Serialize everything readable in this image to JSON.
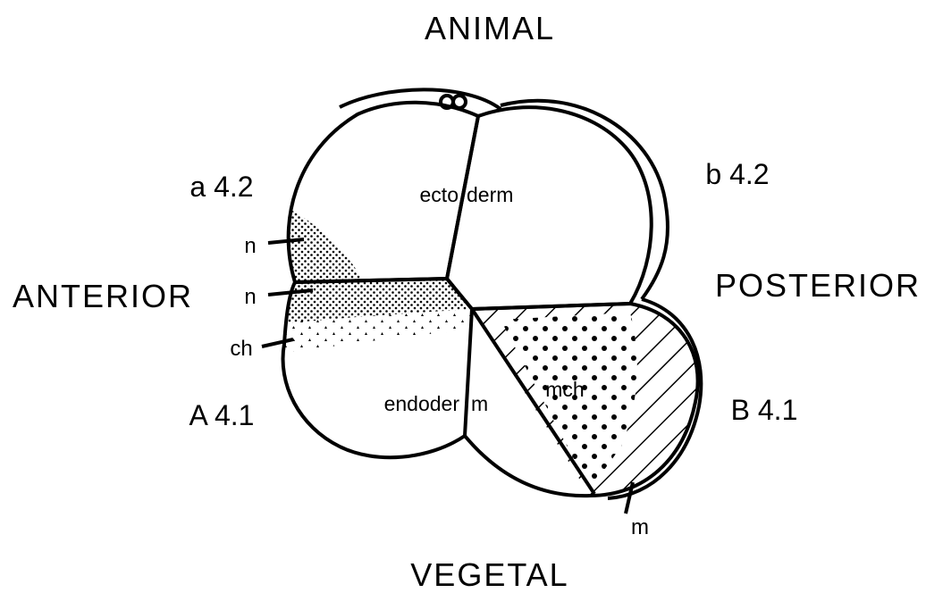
{
  "axes": {
    "top": "ANIMAL",
    "bottom": "VEGETAL",
    "left": "ANTERIOR",
    "right": "POSTERIOR"
  },
  "blastomeres": {
    "a42": "a 4.2",
    "b42": "b 4.2",
    "A41": "A 4.1",
    "B41": "B 4.1"
  },
  "tissues": {
    "ecto_left": "ecto",
    "ecto_right": "derm",
    "endo_left": "endoder",
    "endo_right": "m",
    "mch": "mch"
  },
  "pointers": {
    "n_upper": "n",
    "n_lower": "n",
    "ch": "ch",
    "m": "m"
  },
  "legend": {
    "fine_stipple": "n",
    "triangle_stipple": "ch",
    "coarse_dots": "mch",
    "hatch": "m"
  }
}
